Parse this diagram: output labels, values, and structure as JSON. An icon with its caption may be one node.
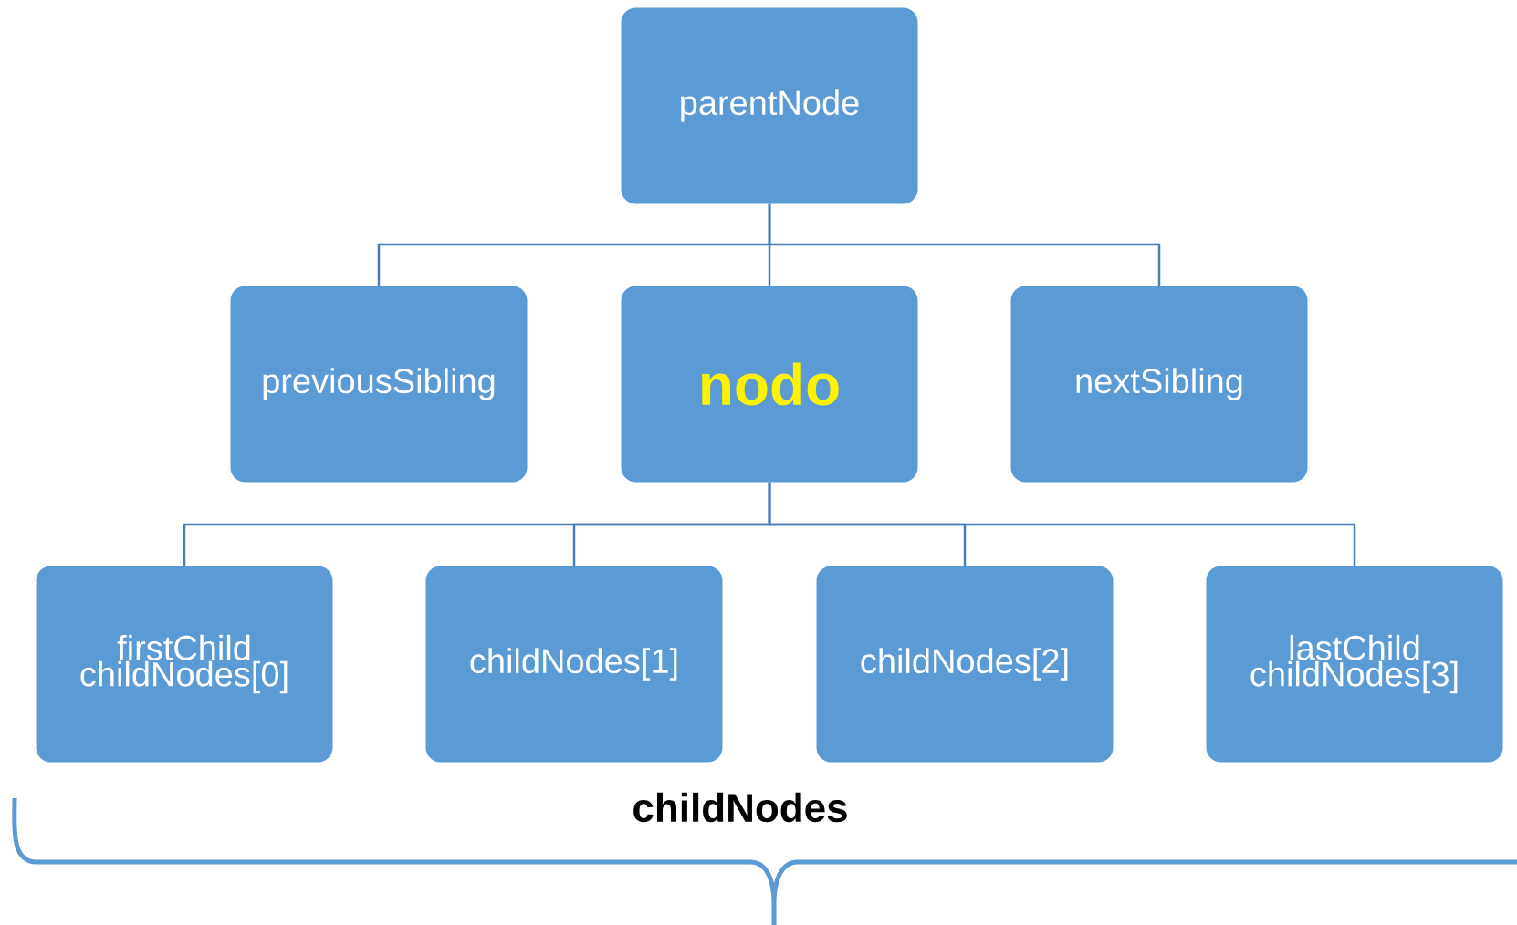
{
  "diagram": {
    "nodes": [
      {
        "text": [
          "parentNode"
        ]
      },
      {
        "text": [
          "previousSibling"
        ]
      },
      {
        "text": [
          "nodo"
        ]
      },
      {
        "text": [
          "nextSibling"
        ]
      },
      {
        "text": [
          "firstChild childNodes[0]"
        ]
      },
      {
        "text": [
          "childNodes[1]"
        ]
      },
      {
        "text": [
          "childNodes[2]"
        ]
      },
      {
        "text": [
          "lastChild childNodes[3]"
        ]
      }
    ],
    "edges": [
      {
        "from": 0,
        "to": 1,
        "arrow": "none"
      },
      {
        "from": 0,
        "to": 2,
        "arrow": "none"
      },
      {
        "from": 0,
        "to": 3,
        "arrow": "none"
      },
      {
        "from": 2,
        "to": 4,
        "arrow": "none"
      },
      {
        "from": 2,
        "to": 5,
        "arrow": "none"
      },
      {
        "from": 2,
        "to": 6,
        "arrow": "none"
      },
      {
        "from": 2,
        "to": 7,
        "arrow": "none"
      }
    ],
    "labels": [
      "childNodes"
    ]
  }
}
